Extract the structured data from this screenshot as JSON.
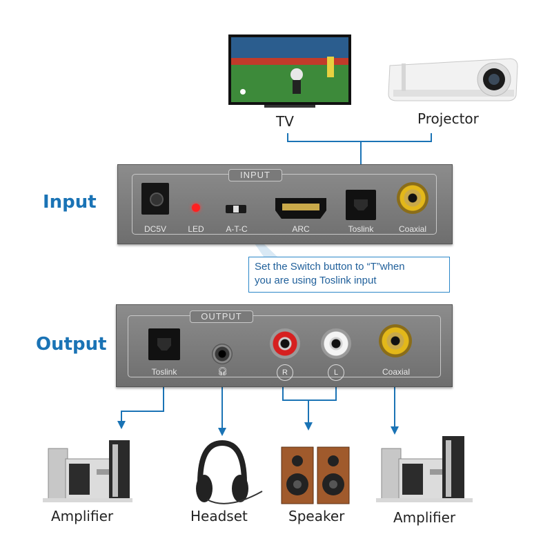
{
  "devices_top": {
    "tv_label": "TV",
    "projector_label": "Projector"
  },
  "section_titles": {
    "input": "Input",
    "output": "Output"
  },
  "input_panel": {
    "tag": "INPUT",
    "ports": {
      "dc": "DC5V",
      "led": "LED",
      "switch": "A-T-C",
      "arc": "ARC",
      "toslink": "Toslink",
      "coaxial": "Coaxial"
    }
  },
  "callout": {
    "line1": "Set the Switch button to “T”when",
    "line2": "you are using Toslink input"
  },
  "output_panel": {
    "tag": "OUTPUT",
    "ports": {
      "toslink": "Toslink",
      "r": "R",
      "l": "L",
      "coaxial": "Coaxial"
    }
  },
  "devices_bottom": {
    "amplifier_left": "Amplifier",
    "headset": "Headset",
    "speaker": "Speaker",
    "amplifier_right": "Amplifier"
  },
  "colors": {
    "accent_blue": "#1a73b5",
    "panel_gray": "#7a7a7a",
    "rca_red": "#d62020",
    "coax_yellow": "#e3b81a"
  }
}
